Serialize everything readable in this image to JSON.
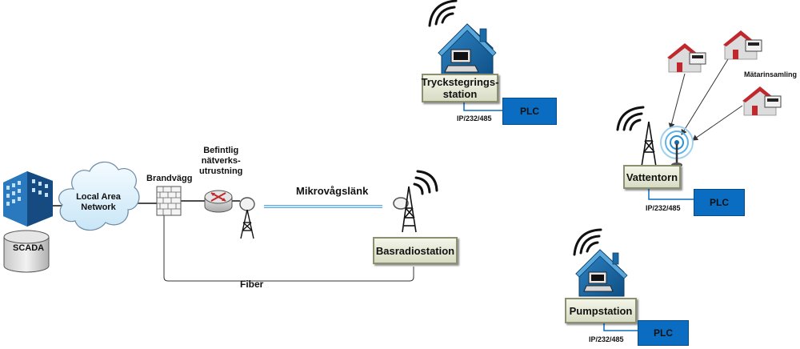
{
  "nodes": {
    "scada": "SCADA",
    "lan_line1": "Local Area",
    "lan_line2": "Network",
    "firewall": "Brandvägg",
    "net_equip_line1": "Befintlig",
    "net_equip_line2": "nätverks-",
    "net_equip_line3": "utrustning",
    "microwave_link": "Mikrovågslänk",
    "fiber": "Fiber",
    "base_station": "Basradiostation",
    "booster_line1": "Tryckstegrings-",
    "booster_line2": "station",
    "water_tower": "Vattentorn",
    "pump_station": "Pumpstation",
    "meter_collection": "Mätarinsamling"
  },
  "plc": {
    "label": "PLC",
    "interface": "IP/232/485"
  },
  "colors": {
    "plc": "#0a6dc2",
    "house": "#1a6aa8",
    "microwave": "#9fd0ee",
    "station_box": "#e6e9d4"
  }
}
